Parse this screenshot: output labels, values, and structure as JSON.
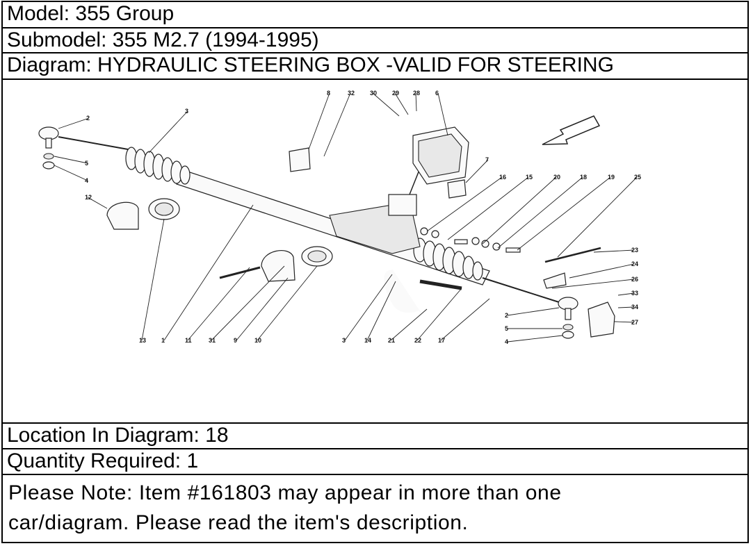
{
  "header": {
    "model": "Model: 355 Group",
    "submodel": "Submodel: 355 M2.7 (1994-1995)",
    "diagram": "Diagram: HYDRAULIC STEERING BOX -VALID FOR STEERING"
  },
  "diagram_callouts": [
    "1",
    "2",
    "3",
    "4",
    "5",
    "6",
    "7",
    "8",
    "9",
    "10",
    "11",
    "12",
    "13",
    "14",
    "15",
    "16",
    "17",
    "18",
    "19",
    "20",
    "21",
    "22",
    "23",
    "24",
    "25",
    "26",
    "27",
    "28",
    "29",
    "30",
    "31",
    "32",
    "33",
    "34"
  ],
  "footer": {
    "location": "Location In Diagram: 18",
    "quantity": "Quantity Required: 1",
    "note_line1": "Please Note: Item #161803 may appear in more than one",
    "note_line2": "car/diagram. Please read the item's description."
  }
}
